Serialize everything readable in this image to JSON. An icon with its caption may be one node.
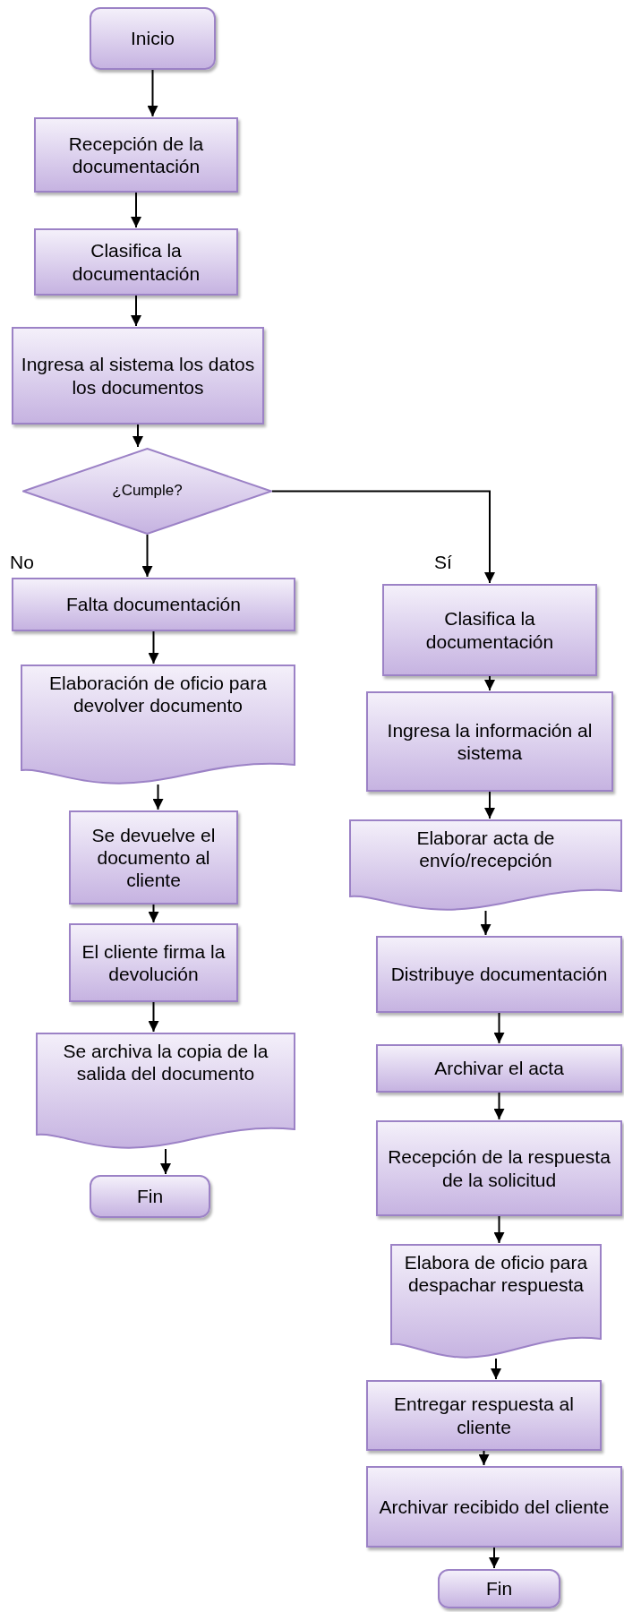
{
  "diagram": {
    "nodes": [
      {
        "text": [
          "Inicio"
        ]
      },
      {
        "text": [
          "Recepción de la documentación"
        ]
      },
      {
        "text": [
          "Clasifica la documentación"
        ]
      },
      {
        "text": [
          "Ingresa al sistema los datos los documentos"
        ]
      },
      {
        "text": [
          "¿Cumple?"
        ]
      },
      {
        "text": [
          "Falta documentación"
        ]
      },
      {
        "text": [
          "Elaboración de oficio para devolver documento"
        ]
      },
      {
        "text": [
          "Se devuelve el documento al cliente"
        ]
      },
      {
        "text": [
          "El cliente firma la devolución"
        ]
      },
      {
        "text": [
          "Se archiva la copia de la salida del documento"
        ]
      },
      {
        "text": [
          "Fin"
        ]
      },
      {
        "text": [
          "Clasifica la documentación"
        ]
      },
      {
        "text": [
          "Ingresa la información al sistema"
        ]
      },
      {
        "text": [
          "Elaborar acta de envío/recepción"
        ]
      },
      {
        "text": [
          "Distribuye documentación"
        ]
      },
      {
        "text": [
          "Archivar el acta"
        ]
      },
      {
        "text": [
          "Recepción de la respuesta de la solicitud"
        ]
      },
      {
        "text": [
          "Elabora de oficio para despachar respuesta"
        ]
      },
      {
        "text": [
          "Entregar respuesta al cliente"
        ]
      },
      {
        "text": [
          "Archivar recibido del cliente"
        ]
      },
      {
        "text": [
          "Fin"
        ]
      }
    ],
    "edges": [
      {
        "from": 0,
        "to": 1,
        "arrow": "to"
      },
      {
        "from": 1,
        "to": 2,
        "arrow": "to"
      },
      {
        "from": 2,
        "to": 3,
        "arrow": "to"
      },
      {
        "from": 3,
        "to": 4,
        "arrow": "to"
      },
      {
        "from": 4,
        "to": 5,
        "arrow": "to"
      },
      {
        "from": 5,
        "to": 6,
        "arrow": "to"
      },
      {
        "from": 6,
        "to": 7,
        "arrow": "to"
      },
      {
        "from": 7,
        "to": 8,
        "arrow": "to"
      },
      {
        "from": 8,
        "to": 9,
        "arrow": "to"
      },
      {
        "from": 9,
        "to": 10,
        "arrow": "to"
      },
      {
        "from": 4,
        "to": 11,
        "arrow": "to"
      },
      {
        "from": 11,
        "to": 12,
        "arrow": "to"
      },
      {
        "from": 12,
        "to": 13,
        "arrow": "to"
      },
      {
        "from": 13,
        "to": 14,
        "arrow": "to"
      },
      {
        "from": 14,
        "to": 15,
        "arrow": "to"
      },
      {
        "from": 15,
        "to": 16,
        "arrow": "to"
      },
      {
        "from": 16,
        "to": 17,
        "arrow": "to"
      },
      {
        "from": 17,
        "to": 18,
        "arrow": "to"
      },
      {
        "from": 18,
        "to": 19,
        "arrow": "to"
      },
      {
        "from": 19,
        "to": 20,
        "arrow": "to"
      }
    ],
    "labels": [
      "No",
      "Sí"
    ]
  }
}
